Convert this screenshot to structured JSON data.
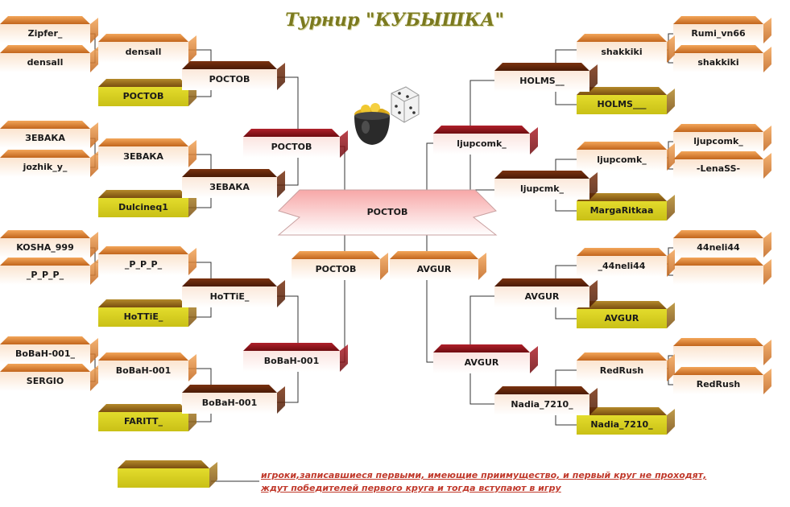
{
  "title": "Турнир \"КУБЫШКА\"",
  "colors": {
    "orange": "#d97a2a",
    "light": "#f7d7b8",
    "brown": "#6b2a10",
    "red": "#9c1a1a",
    "olive": "#cbc21a",
    "line": "#333333"
  },
  "boxes": [
    {
      "id": "l-r1-1",
      "label": "Zipfer_",
      "kind": "orange"
    },
    {
      "id": "l-r1-2",
      "label": "densall",
      "kind": "orange"
    },
    {
      "id": "l-r2-1",
      "label": "densall",
      "kind": "orange"
    },
    {
      "id": "l-bye-1",
      "label": "РОСТОВ",
      "kind": "olive"
    },
    {
      "id": "l-r3-1",
      "label": "РОСТОВ",
      "kind": "brown"
    },
    {
      "id": "l-r1-3",
      "label": "ЗЕВАКА",
      "kind": "orange"
    },
    {
      "id": "l-r1-4",
      "label": "jozhik_y_",
      "kind": "orange"
    },
    {
      "id": "l-r2-2",
      "label": "ЗЕВАКА",
      "kind": "orange"
    },
    {
      "id": "l-bye-2",
      "label": "Dulcineq1",
      "kind": "olive"
    },
    {
      "id": "l-r3-2",
      "label": "ЗЕВАКА",
      "kind": "brown"
    },
    {
      "id": "l-r4-1",
      "label": "РОСТОВ",
      "kind": "red"
    },
    {
      "id": "l-r1-5",
      "label": "KOSHA_999",
      "kind": "orange"
    },
    {
      "id": "l-r1-6",
      "label": "_P_P_P_",
      "kind": "orange"
    },
    {
      "id": "l-r2-3",
      "label": "_P_P_P_",
      "kind": "orange"
    },
    {
      "id": "l-bye-3",
      "label": "HoTTiE_",
      "kind": "olive"
    },
    {
      "id": "l-r3-3",
      "label": "HoTTiE_",
      "kind": "brown"
    },
    {
      "id": "l-r1-7",
      "label": "BoBaH-001_",
      "kind": "orange"
    },
    {
      "id": "l-r1-8",
      "label": "SERGIO",
      "kind": "orange"
    },
    {
      "id": "l-r2-4",
      "label": "BoBaH-001",
      "kind": "orange"
    },
    {
      "id": "l-bye-4",
      "label": "FARITT_",
      "kind": "olive"
    },
    {
      "id": "l-r3-4",
      "label": "BoBaH-001",
      "kind": "brown"
    },
    {
      "id": "l-r4-2",
      "label": "BoBaH-001",
      "kind": "red"
    },
    {
      "id": "semi-l",
      "label": "РОСТОВ",
      "kind": "orange"
    },
    {
      "id": "semi-r",
      "label": "AVGUR",
      "kind": "orange"
    },
    {
      "id": "r-r1-1",
      "label": "Rumi_vn66",
      "kind": "orange"
    },
    {
      "id": "r-r1-2",
      "label": "shakkiki",
      "kind": "orange"
    },
    {
      "id": "r-r2-1",
      "label": "shakkiki",
      "kind": "orange"
    },
    {
      "id": "r-bye-1",
      "label": "HOLMS___",
      "kind": "olive"
    },
    {
      "id": "r-r3-1",
      "label": "HOLMS__",
      "kind": "brown"
    },
    {
      "id": "r-r1-3",
      "label": "ljupcomk_",
      "kind": "orange"
    },
    {
      "id": "r-r1-4",
      "label": "-LenaSS-",
      "kind": "orange"
    },
    {
      "id": "r-r2-2",
      "label": "ljupcomk_",
      "kind": "orange"
    },
    {
      "id": "r-bye-2",
      "label": "MargaRitkaa",
      "kind": "olive"
    },
    {
      "id": "r-r3-2",
      "label": "ljupcmk_",
      "kind": "brown"
    },
    {
      "id": "r-r4-1",
      "label": "ljupcomk_",
      "kind": "red"
    },
    {
      "id": "r-r1-5",
      "label": "44neli44",
      "kind": "orange"
    },
    {
      "id": "r-r1-6",
      "label": "",
      "kind": "orange"
    },
    {
      "id": "r-r2-3",
      "label": "_44neli44",
      "kind": "orange"
    },
    {
      "id": "r-bye-3",
      "label": "AVGUR",
      "kind": "olive"
    },
    {
      "id": "r-r3-3",
      "label": "AVGUR",
      "kind": "brown"
    },
    {
      "id": "r-r1-7",
      "label": "",
      "kind": "orange"
    },
    {
      "id": "r-r1-8",
      "label": "RedRush",
      "kind": "orange"
    },
    {
      "id": "r-r2-4",
      "label": "RedRush",
      "kind": "orange"
    },
    {
      "id": "r-bye-4",
      "label": "Nadia_7210_",
      "kind": "olive"
    },
    {
      "id": "r-r3-4",
      "label": "Nadia_7210_",
      "kind": "brown"
    },
    {
      "id": "r-r4-2",
      "label": "AVGUR",
      "kind": "red"
    }
  ],
  "final": {
    "label": "РОСТОВ"
  },
  "legend": {
    "line1": "игроки,записавшиеся первыми, имеющие приимущество, и первый круг не проходят,",
    "line2": "ждут победителей первого круга и тогда вступают в игру"
  },
  "icons": {
    "trophy": "pot-of-gold-icon",
    "dice": "dice-icon"
  }
}
